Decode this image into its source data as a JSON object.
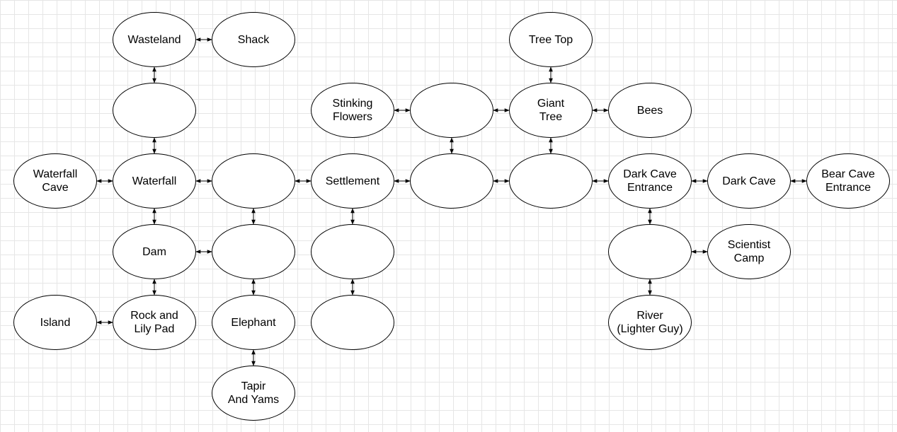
{
  "diagram": {
    "nodes": [
      {
        "id": "wasteland",
        "label": "Wasteland"
      },
      {
        "id": "shack",
        "label": "Shack"
      },
      {
        "id": "tree_top",
        "label": "Tree Top"
      },
      {
        "id": "blank_1",
        "label": ""
      },
      {
        "id": "stinking_flowers",
        "label": "Stinking\nFlowers"
      },
      {
        "id": "blank_2",
        "label": ""
      },
      {
        "id": "giant_tree",
        "label": "Giant\nTree"
      },
      {
        "id": "bees",
        "label": "Bees"
      },
      {
        "id": "waterfall_cave",
        "label": "Waterfall\nCave"
      },
      {
        "id": "waterfall",
        "label": "Waterfall"
      },
      {
        "id": "blank_3",
        "label": ""
      },
      {
        "id": "settlement",
        "label": "Settlement"
      },
      {
        "id": "blank_4",
        "label": ""
      },
      {
        "id": "blank_5",
        "label": ""
      },
      {
        "id": "dark_cave_entrance",
        "label": "Dark Cave\nEntrance"
      },
      {
        "id": "dark_cave",
        "label": "Dark Cave"
      },
      {
        "id": "bear_cave_entrance",
        "label": "Bear Cave\nEntrance"
      },
      {
        "id": "dam",
        "label": "Dam"
      },
      {
        "id": "blank_6",
        "label": ""
      },
      {
        "id": "blank_7",
        "label": ""
      },
      {
        "id": "blank_8",
        "label": ""
      },
      {
        "id": "scientist_camp",
        "label": "Scientist\nCamp"
      },
      {
        "id": "island",
        "label": "Island"
      },
      {
        "id": "rock_and_lily_pad",
        "label": "Rock and\nLily Pad"
      },
      {
        "id": "elephant",
        "label": "Elephant"
      },
      {
        "id": "blank_9",
        "label": ""
      },
      {
        "id": "river_lighter_guy",
        "label": "River\n(Lighter Guy)"
      },
      {
        "id": "tapir_and_yams",
        "label": "Tapir\nAnd Yams"
      }
    ],
    "edges": [
      [
        "wasteland",
        "shack"
      ],
      [
        "wasteland",
        "blank_1"
      ],
      [
        "blank_1",
        "waterfall"
      ],
      [
        "tree_top",
        "giant_tree"
      ],
      [
        "stinking_flowers",
        "blank_2"
      ],
      [
        "blank_2",
        "giant_tree"
      ],
      [
        "giant_tree",
        "bees"
      ],
      [
        "blank_2",
        "blank_4"
      ],
      [
        "giant_tree",
        "blank_5"
      ],
      [
        "waterfall_cave",
        "waterfall"
      ],
      [
        "waterfall",
        "blank_3"
      ],
      [
        "blank_3",
        "settlement"
      ],
      [
        "settlement",
        "blank_4"
      ],
      [
        "blank_4",
        "blank_5"
      ],
      [
        "blank_5",
        "dark_cave_entrance"
      ],
      [
        "dark_cave_entrance",
        "dark_cave"
      ],
      [
        "dark_cave",
        "bear_cave_entrance"
      ],
      [
        "waterfall",
        "dam"
      ],
      [
        "blank_3",
        "blank_6"
      ],
      [
        "settlement",
        "blank_7"
      ],
      [
        "dark_cave_entrance",
        "blank_8"
      ],
      [
        "dam",
        "blank_6"
      ],
      [
        "blank_8",
        "scientist_camp"
      ],
      [
        "dam",
        "rock_and_lily_pad"
      ],
      [
        "blank_6",
        "elephant"
      ],
      [
        "blank_7",
        "blank_9"
      ],
      [
        "blank_8",
        "river_lighter_guy"
      ],
      [
        "island",
        "rock_and_lily_pad"
      ],
      [
        "elephant",
        "tapir_and_yams"
      ]
    ]
  }
}
